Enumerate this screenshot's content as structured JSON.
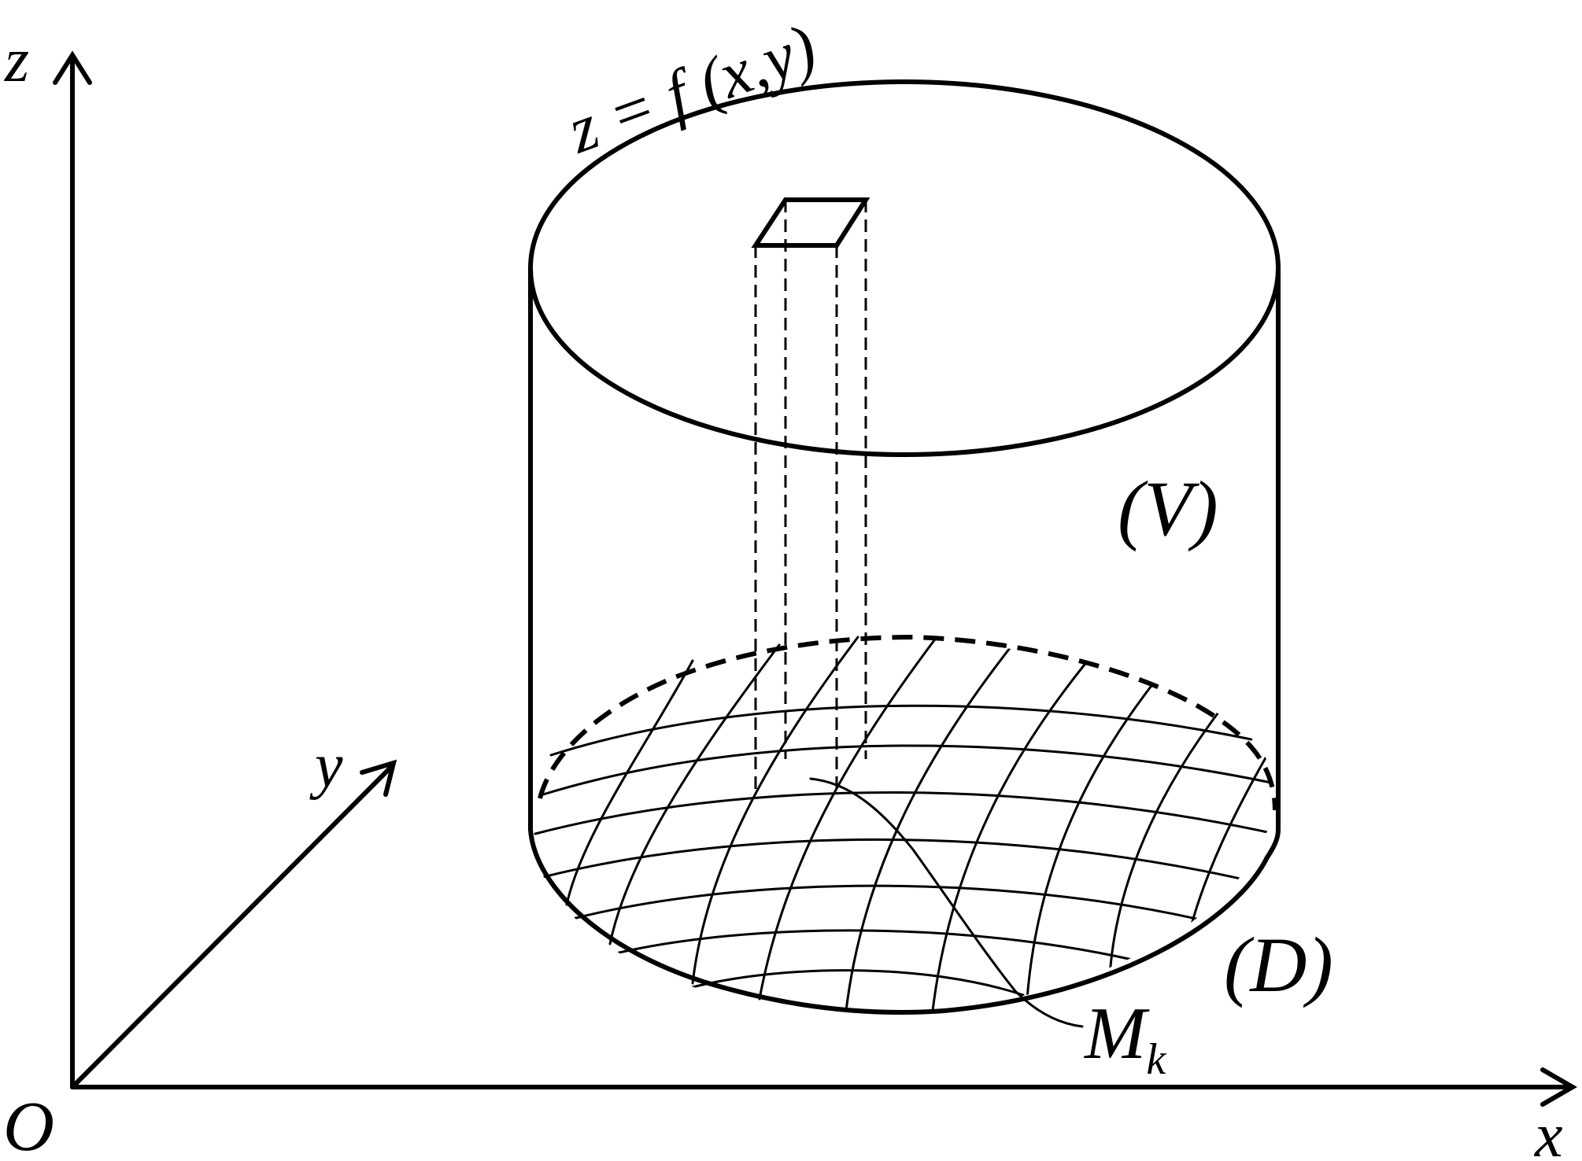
{
  "labels": {
    "z_axis": "z",
    "y_axis": "y",
    "x_axis": "x",
    "origin": "O",
    "surface": "z = f (x,y)",
    "volume": "(V)",
    "region": "(D)",
    "point_main": "M",
    "point_sub": "k"
  },
  "colors": {
    "stroke": "#000000",
    "background": "#ffffff"
  }
}
